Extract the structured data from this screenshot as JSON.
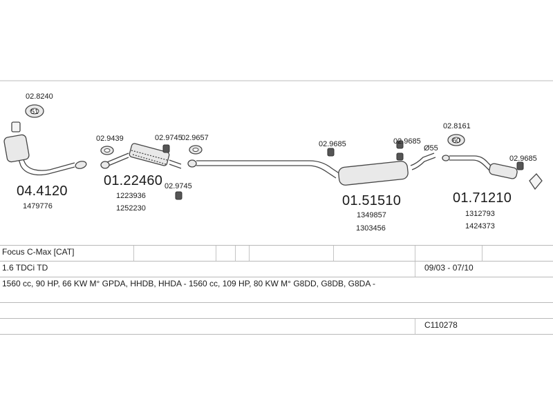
{
  "parts": {
    "p1": {
      "number": "04.4120",
      "refs": [
        "1479776"
      ]
    },
    "p2": {
      "number": "01.22460",
      "refs": [
        "1223936",
        "1252230"
      ]
    },
    "p3": {
      "number": "01.51510",
      "refs": [
        "1349857",
        "1303456"
      ]
    },
    "p4": {
      "number": "01.71210",
      "refs": [
        "1312793",
        "1424373"
      ]
    }
  },
  "accessories": {
    "a1": "02.8240",
    "a2": "02.9439",
    "a3": "02.9745",
    "a4": "02.9657",
    "a5": "02.9745",
    "a6": "02.9685",
    "a7": "02.9685",
    "a8": "02.8161",
    "a9": "02.9685"
  },
  "misc": {
    "dia_label": "Ø55",
    "gasket_a1": "51",
    "gasket_a8": "60"
  },
  "info_table": {
    "model": "Focus C-Max [CAT]",
    "engine": "1.6 TDCi TD",
    "period": "09/03 - 07/10",
    "specs": "1560 cc, 90 HP, 66 KW M° GPDA, HHDB, HHDA - 1560 cc, 109 HP, 80 KW M° G8DD, G8DB, G8DA -",
    "catalog_code": "C110278"
  }
}
